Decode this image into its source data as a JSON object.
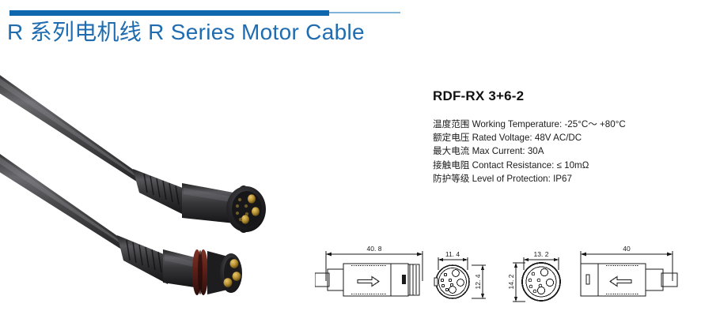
{
  "header": {
    "title": "R 系列电机线 R Series Motor Cable",
    "rule_color": "#0f68ad",
    "rule_thin_color": "#7fb3d7",
    "title_color": "#1f6cb0"
  },
  "product": {
    "model": "RDF-RX 3+6-2",
    "specs": [
      "温度范围 Working Temperature: -25°C～ +80°C",
      "额定电压 Rated Voltage: 48V AC/DC",
      "最大电流 Max Current: 30A",
      "接触电阻 Contact Resistance: ≤ 10mΩ",
      "防护等级 Level of Protection: IP67"
    ]
  },
  "photo": {
    "cable_color": "#3a3a3c",
    "connector_color": "#1c1c1e",
    "oring_color": "#6e2a20",
    "pin_color": "#c8a03c",
    "female_label": "female-connector",
    "male_label": "male-connector"
  },
  "drawings": {
    "line_color": "#1a1a1a",
    "items": [
      {
        "name": "female-side-view",
        "dim": "40. 8",
        "orientation": "horizontal"
      },
      {
        "name": "female-front-view",
        "dim_w": "11. 4",
        "dim_h": "12. 4"
      },
      {
        "name": "male-front-view",
        "dim_w": "13. 2",
        "dim_h": "14. 2"
      },
      {
        "name": "male-side-view",
        "dim": "40",
        "orientation": "horizontal"
      }
    ],
    "pin_counts": {
      "large": 3,
      "small": 6
    }
  }
}
